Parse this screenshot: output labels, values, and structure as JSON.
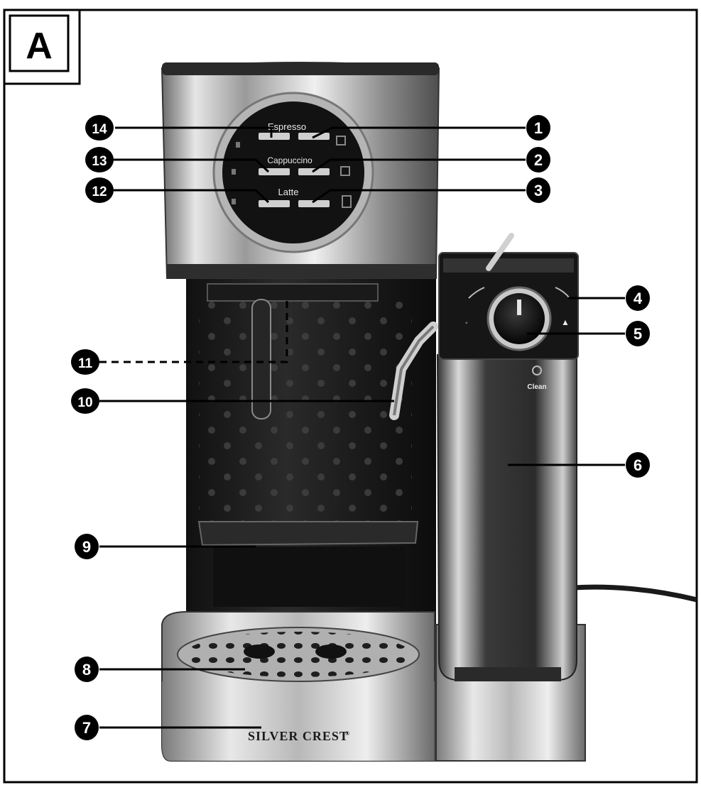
{
  "figure": {
    "letter": "A",
    "brand": "SILVER CREST",
    "brand_mark": "®",
    "panel": {
      "row1": "Espresso",
      "row2": "Cappuccino",
      "row3": "Latte"
    },
    "milk_clean_label": "Clean"
  },
  "callouts": [
    {
      "id": "1",
      "label": "1"
    },
    {
      "id": "2",
      "label": "2"
    },
    {
      "id": "3",
      "label": "3"
    },
    {
      "id": "4",
      "label": "4"
    },
    {
      "id": "5",
      "label": "5"
    },
    {
      "id": "6",
      "label": "6"
    },
    {
      "id": "7",
      "label": "7"
    },
    {
      "id": "8",
      "label": "8"
    },
    {
      "id": "9",
      "label": "9"
    },
    {
      "id": "10",
      "label": "10"
    },
    {
      "id": "11",
      "label": "11"
    },
    {
      "id": "12",
      "label": "12"
    },
    {
      "id": "13",
      "label": "13"
    },
    {
      "id": "14",
      "label": "14"
    }
  ],
  "colors": {
    "frame": "#000000",
    "steel_light": "#d9d9d9",
    "steel_dark": "#5a5a5a",
    "body_black": "#1c1c1c",
    "callout_fill": "#000000"
  }
}
